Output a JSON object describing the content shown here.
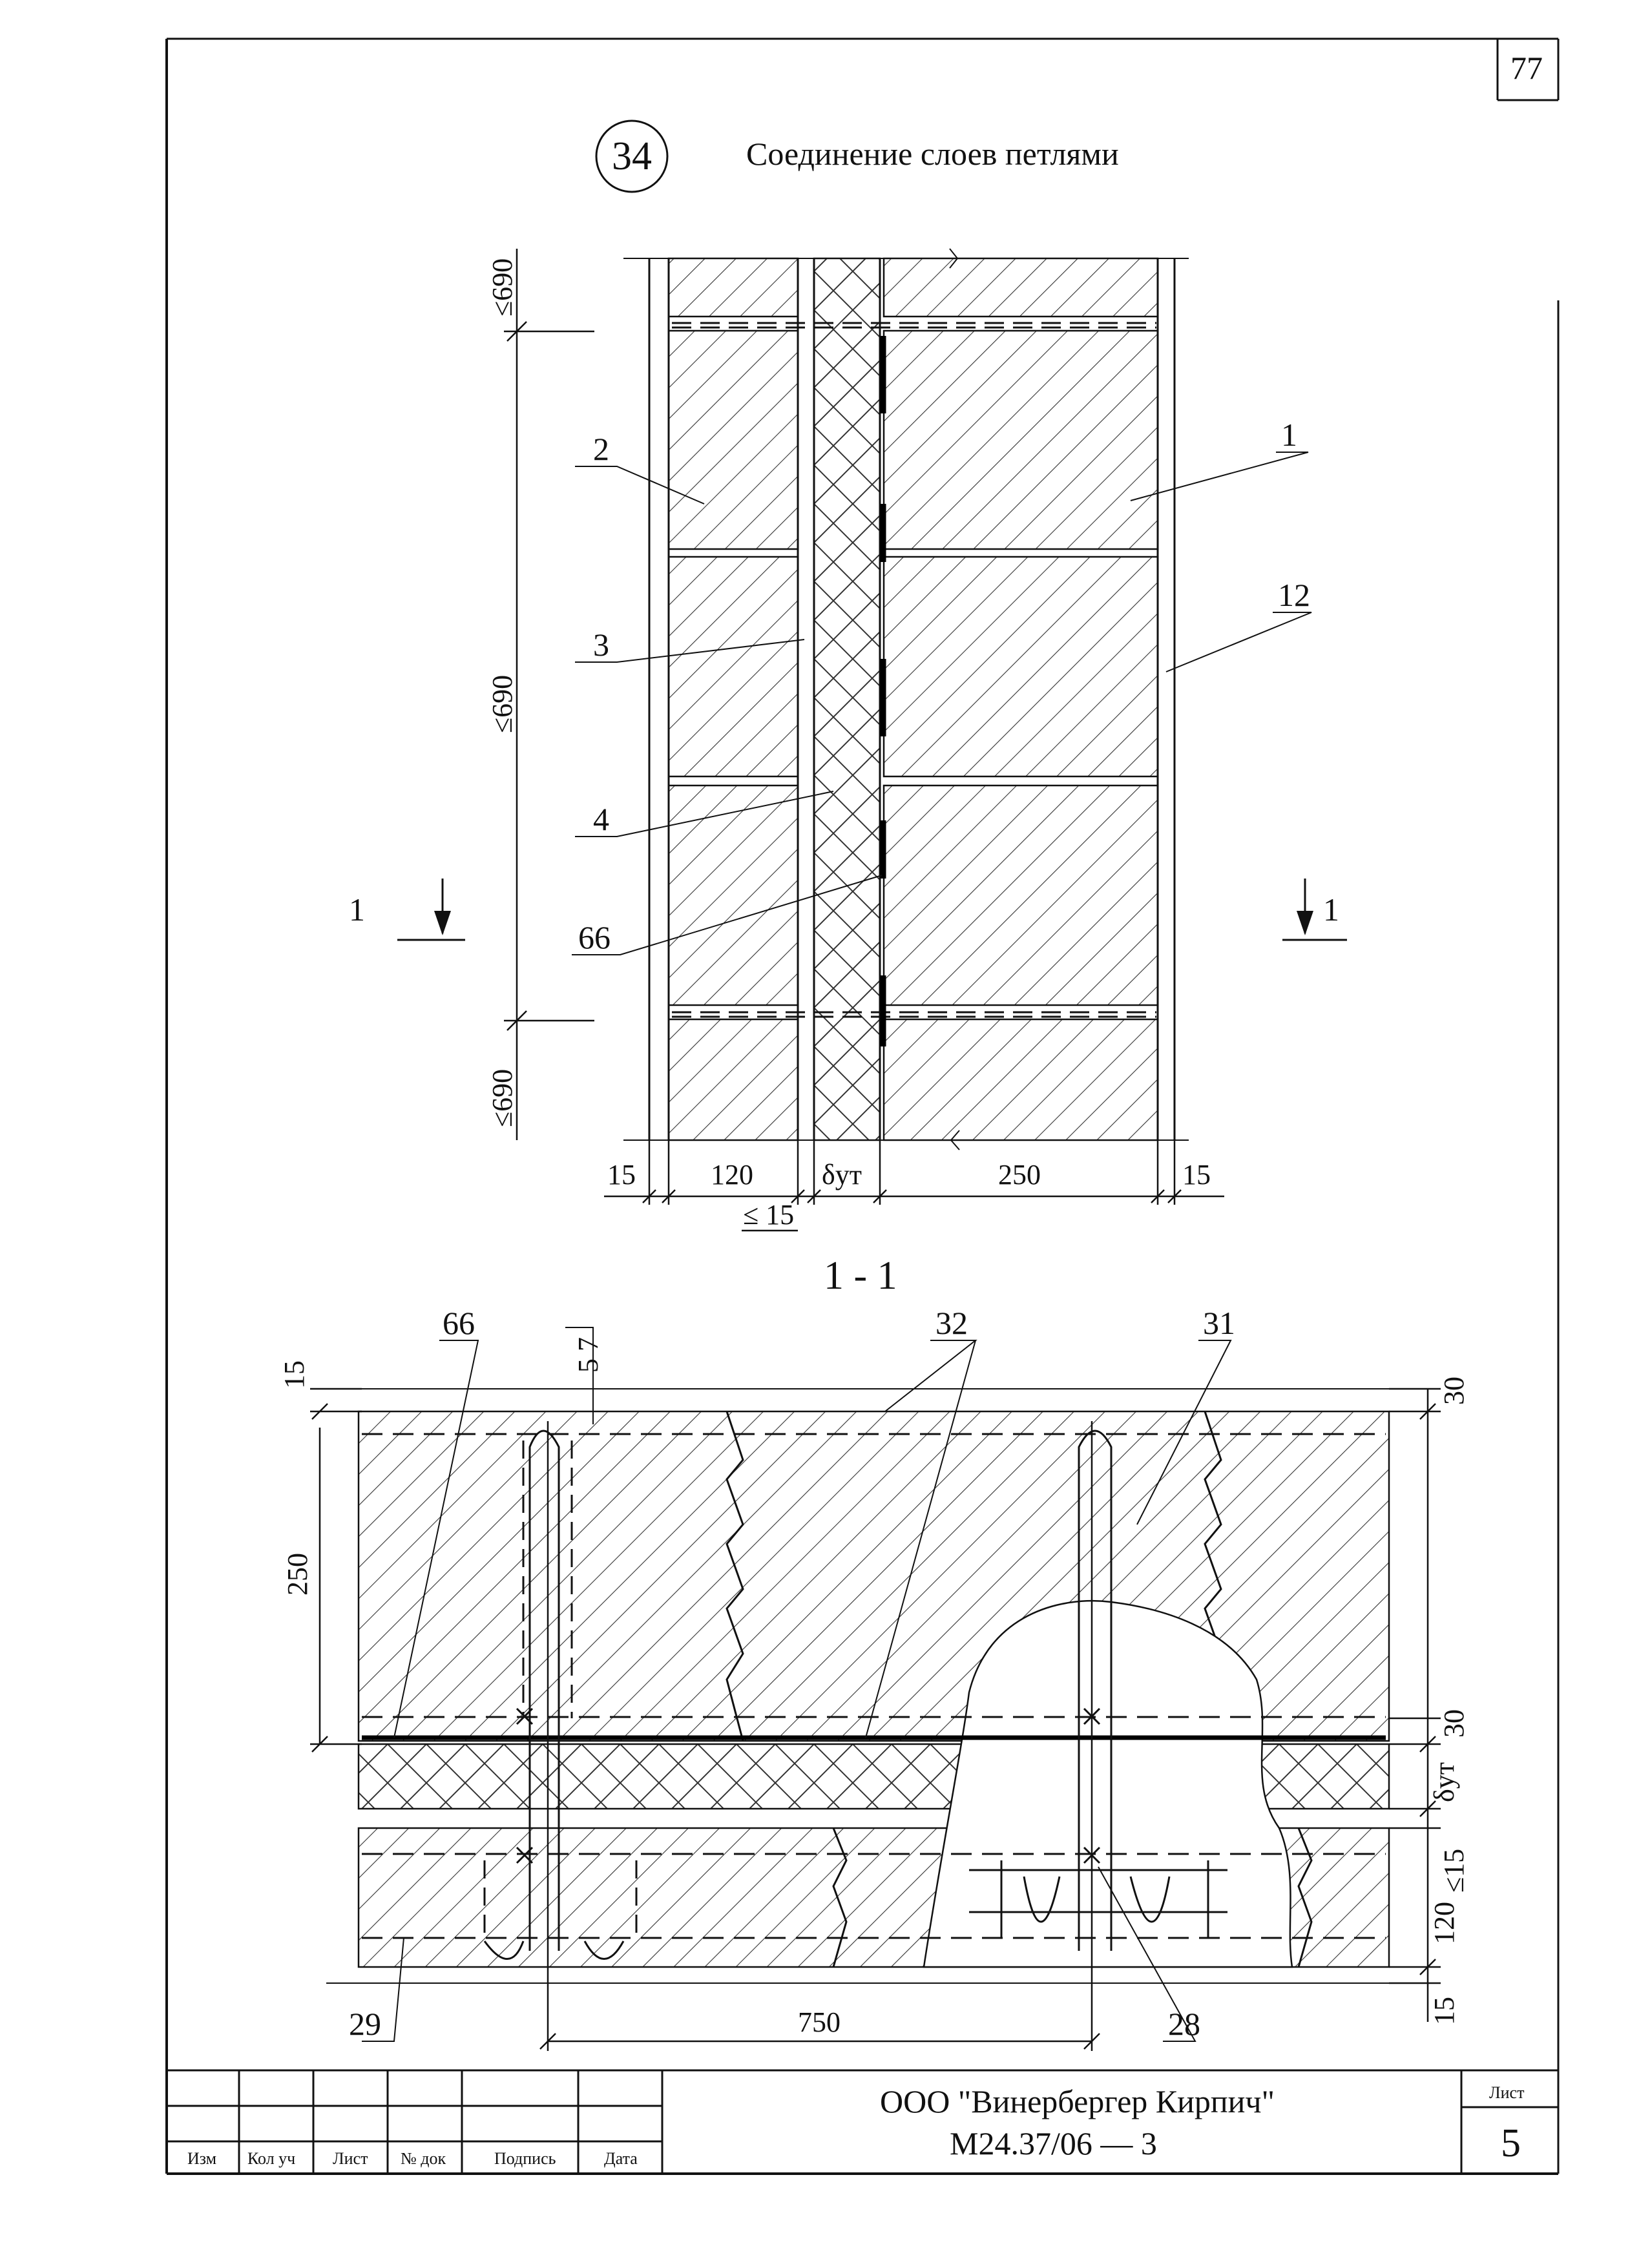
{
  "sheet_corner_number": "77",
  "detail": {
    "number": "34",
    "title": "Соединение слоев петлями"
  },
  "elevation": {
    "labels": {
      "l1": "1",
      "l2": "2",
      "l3": "3",
      "l4": "4",
      "l12": "12",
      "l66": "66"
    },
    "dims_vertical": {
      "top": "≤690",
      "middle": "≤690",
      "bottom": "≤690"
    },
    "dims_bottom": {
      "d15a": "15",
      "d120": "120",
      "dut": "δут",
      "d250": "250",
      "d15b": "15",
      "d15c": "≤ 15"
    },
    "section_marks": {
      "left": "1",
      "right": "1"
    }
  },
  "section": {
    "title": "1 - 1",
    "labels": {
      "l66": "66",
      "l57": "5 7",
      "l32": "32",
      "l31": "31",
      "l29": "29",
      "l28": "28"
    },
    "dims_left": {
      "d15": "15",
      "d250": "250"
    },
    "dims_right": {
      "d30a": "30",
      "d30b": "30",
      "dut": "δут",
      "d15a": "≤15",
      "d120": "120",
      "d15b": "15"
    },
    "dim_bottom": "750"
  },
  "title_block": {
    "columns": [
      "Изм",
      "Кол уч",
      "Лист",
      "№ док",
      "Подпись",
      "Дата"
    ],
    "company": "ООО \"Винербергер Кирпич\"",
    "code": "М24.37/06 — 3",
    "sheet_label": "Лист",
    "sheet_number": "5"
  }
}
